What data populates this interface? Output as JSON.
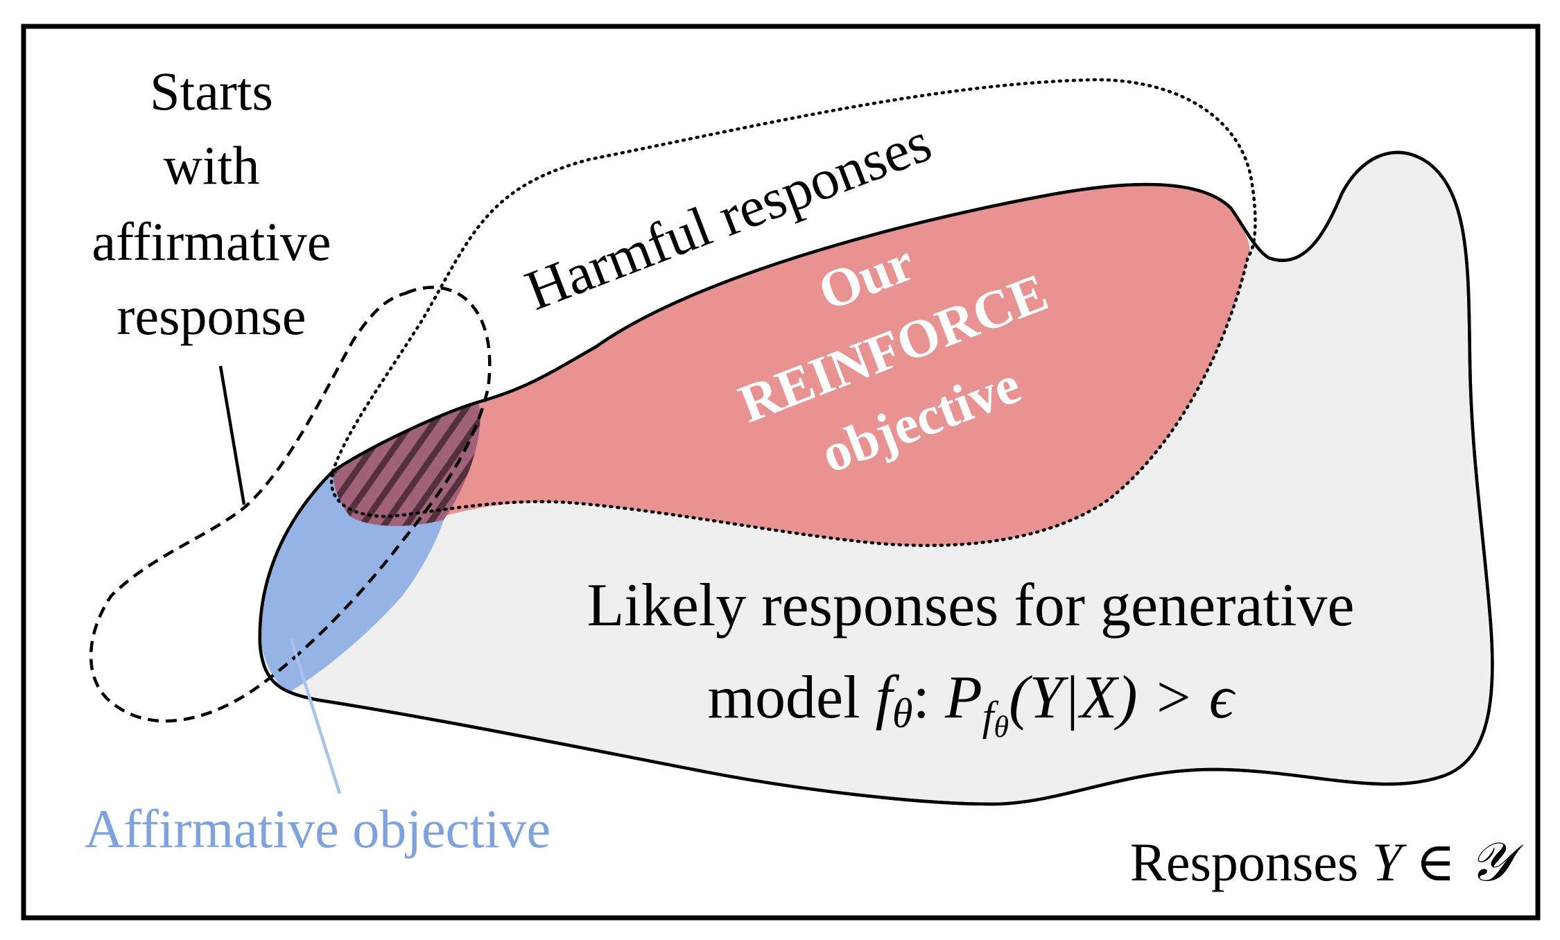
{
  "labels": {
    "starts": [
      "Starts",
      "with",
      "affirmative",
      "response"
    ],
    "harmful": "Harmful responses",
    "reinforce": [
      "Our",
      "REINFORCE",
      "objective"
    ],
    "likely_line1": "Likely responses for generative",
    "likely_line2_prefix": "model ",
    "likely_f": "f",
    "likely_theta": "θ",
    "likely_colon": ": ",
    "likely_P": "P",
    "likely_sub_f": "f",
    "likely_sub_theta": "θ",
    "likely_expr": "(Y|X) > ",
    "likely_eps": "ϵ",
    "affirmative": "Affirmative objective",
    "responses_prefix": "Responses ",
    "responses_Y": "Y",
    "responses_in": " ∈ ",
    "responses_set": "𝒴"
  },
  "colors": {
    "frame": "#000000",
    "likely_fill": "#efefef",
    "reinforce_fill": "#e89292",
    "affirmative_fill": "#95b3e5",
    "overlap_fill": "#a06278",
    "hatch": "#3a1f28",
    "affirmative_text": "#7da2dd",
    "pointer_blue": "#a9c2ec",
    "reinforce_text": "#ffffff"
  }
}
